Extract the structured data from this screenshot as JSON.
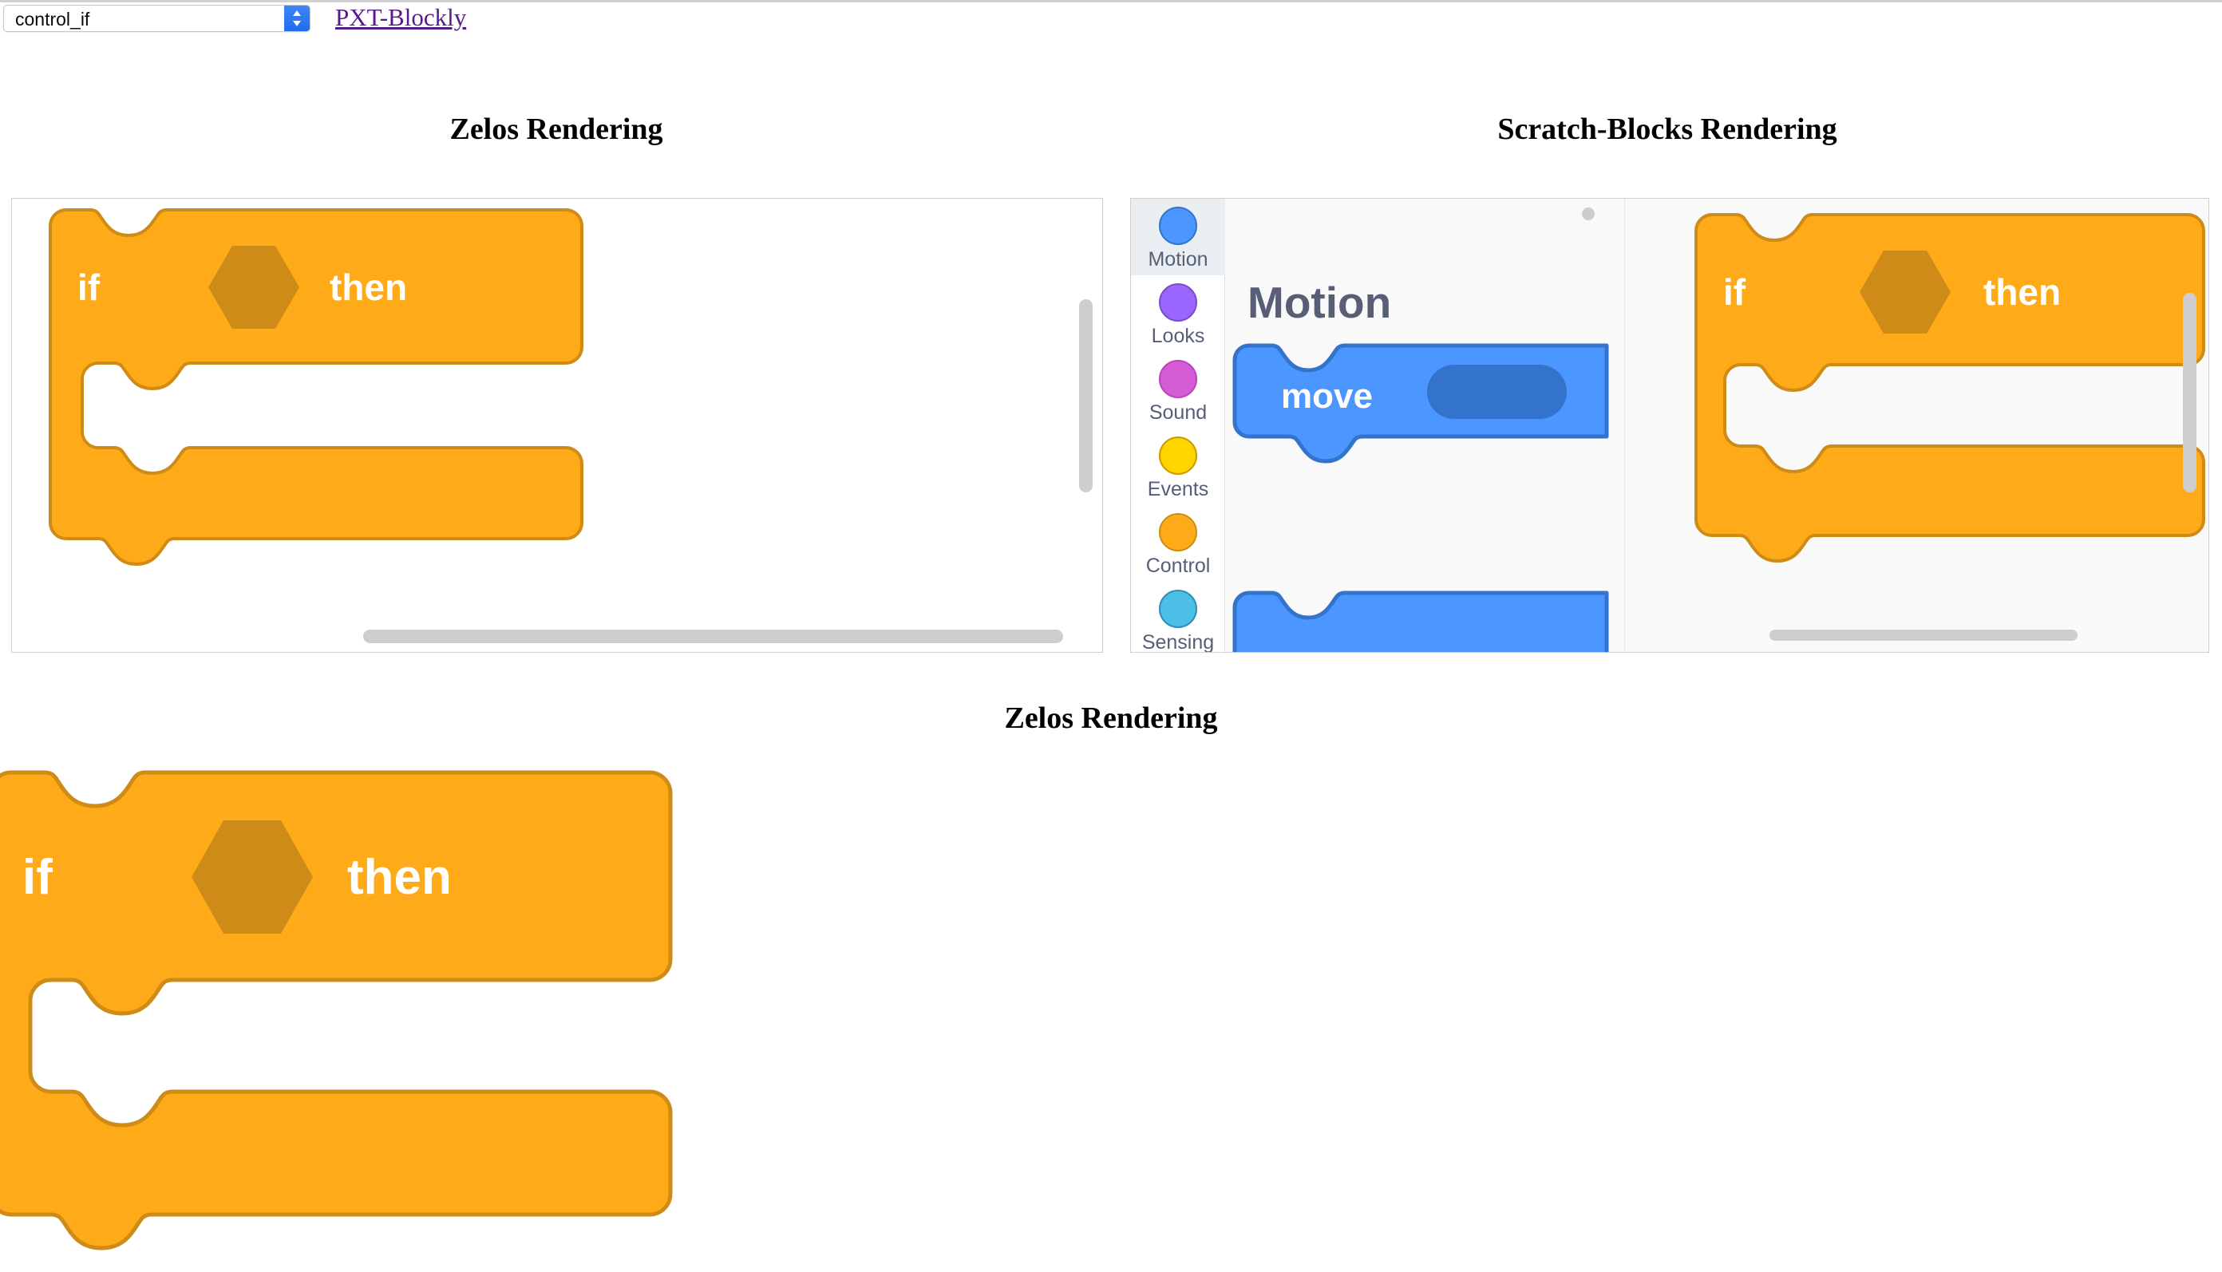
{
  "toolbar": {
    "select_value": "control_if",
    "select_options": [
      "control_if"
    ],
    "stepper_icon": "chevron-up-down-icon",
    "link_label": "PXT-Blockly"
  },
  "headings": {
    "zelos_top": "Zelos Rendering",
    "scratch": "Scratch-Blocks Rendering",
    "zelos_bottom": "Zelos Rendering"
  },
  "colors": {
    "block_fill": "#FFAB19",
    "block_stroke": "#CF8B17",
    "boolean_slot": "#CF8B17",
    "motion_fill": "#4C97FF",
    "motion_stroke": "#3373CC",
    "motion_input": "#3373CC",
    "looks": "#9966FF",
    "sound": "#D65CD6",
    "events": "#FFD500",
    "control": "#FFAB19",
    "sensing": "#4CBFE6",
    "toolbox_selected_bg": "#E9EEF2",
    "category_label": "#575E75",
    "link": "#551A8B",
    "workspace_zelos_bg": "#FFFFFF",
    "workspace_scratch_bg": "#F9F9F9",
    "scrollbar": "#CECECE"
  },
  "zelos_workspace": {
    "name": "Zelos Rendering workspace",
    "block": {
      "type": "control_if",
      "label_if": "if",
      "label_then": "then",
      "boolean_input": "empty-hexagonal-slot",
      "statement_input": "empty"
    },
    "scrollbars": {
      "vertical": true,
      "horizontal": true
    }
  },
  "scratch_workspace": {
    "name": "Scratch-Blocks Rendering workspace",
    "toolbox": {
      "categories": [
        {
          "label": "Motion",
          "color": "#4C97FF",
          "selected": true
        },
        {
          "label": "Looks",
          "color": "#9966FF",
          "selected": false
        },
        {
          "label": "Sound",
          "color": "#D65CD6",
          "selected": false
        },
        {
          "label": "Events",
          "color": "#FFD500",
          "selected": false
        },
        {
          "label": "Control",
          "color": "#FFAB19",
          "selected": false
        },
        {
          "label": "Sensing",
          "color": "#4CBFE6",
          "selected": false
        }
      ]
    },
    "flyout": {
      "heading": "Motion",
      "blocks": [
        {
          "type": "motion_movesteps",
          "label": "move",
          "input": "empty-round-number-slot"
        },
        {
          "type": "motion_block_partial",
          "label": ""
        }
      ]
    },
    "block": {
      "type": "control_if",
      "label_if": "if",
      "label_then": "then",
      "boolean_input": "empty-hexagonal-slot",
      "statement_input": "empty"
    },
    "scrollbars": {
      "vertical": true,
      "horizontal": true
    }
  },
  "zelos_bottom": {
    "name": "Zelos Rendering large block",
    "block": {
      "type": "control_if",
      "label_if": "if",
      "label_then": "then",
      "boolean_input": "empty-hexagonal-slot",
      "statement_input": "empty"
    }
  }
}
